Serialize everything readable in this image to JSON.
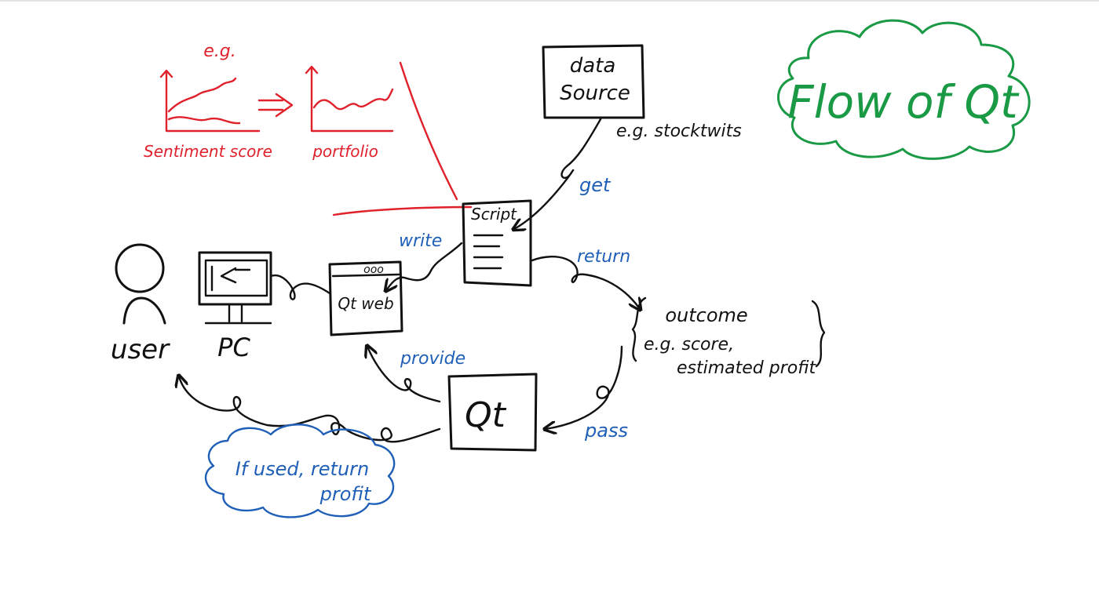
{
  "labels": {
    "title": "Flow of Qt",
    "eg_top": "e.g.",
    "sentiment_score": "Sentiment score",
    "portfolio": "portfolio",
    "data_source_line1": "data",
    "data_source_line2": "Source",
    "eg_stocktwits": "e.g. stocktwits",
    "get": "get",
    "script": "Script",
    "write": "write",
    "return": "return",
    "user": "user",
    "pc": "PC",
    "qt_web": "Qt web",
    "qt_web_dots": "ooo",
    "outcome": "outcome",
    "outcome_eg1": "e.g. score,",
    "outcome_eg2": "estimated profit",
    "provide": "provide",
    "qt": "Qt",
    "pass": "pass",
    "cloud_line1": "If used, return",
    "cloud_line2": "profit"
  },
  "colors": {
    "ink": "#111111",
    "red": "#e0202a",
    "blue": "#1f5fb8",
    "green": "#1a9a45"
  },
  "icons": {
    "user": "person-icon",
    "pc": "monitor-icon",
    "web": "browser-window-icon",
    "script": "document-icon"
  }
}
